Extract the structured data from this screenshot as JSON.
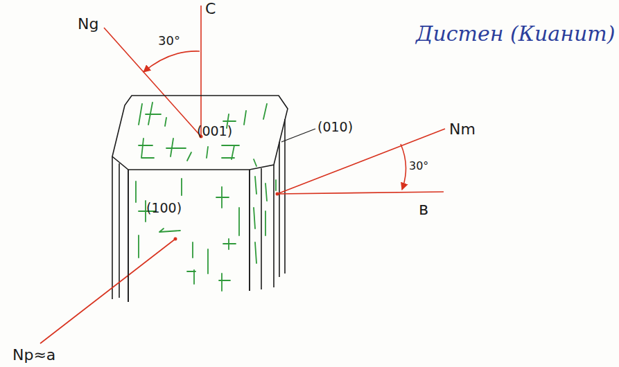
{
  "diagram": {
    "title": "Дистен (Кианит)",
    "nodes": [
      {
        "text": [
          "(001)"
        ]
      },
      {
        "text": [
          "(100)"
        ]
      }
    ],
    "labels": [
      "Ng",
      "30°",
      "C",
      "(010)",
      "Nm",
      "30°",
      "в",
      "Np≈a"
    ]
  }
}
